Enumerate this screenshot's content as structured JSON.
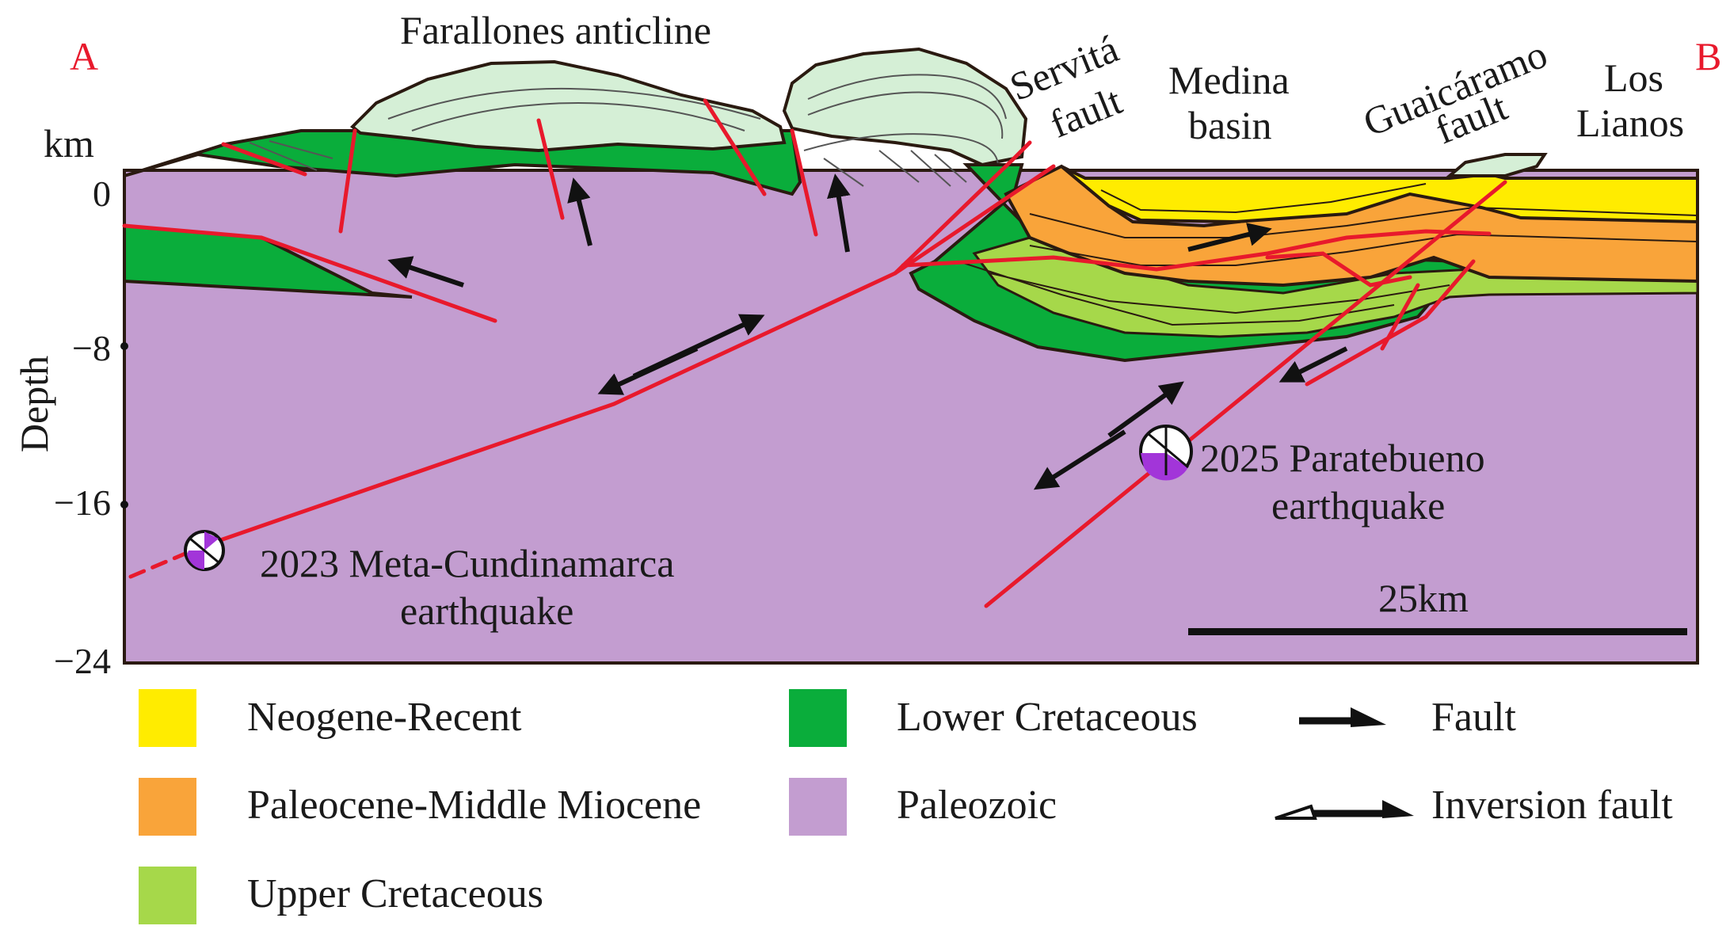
{
  "corners": {
    "left": "A",
    "right": "B",
    "color": "#e8192c"
  },
  "axis": {
    "unit": "km",
    "title": "Depth",
    "ticks": [
      "0",
      "−8",
      "−16",
      "−24"
    ]
  },
  "labels": {
    "anticline": "Farallones anticline",
    "servita": [
      "Servitá",
      "fault"
    ],
    "medina": [
      "Medina",
      "basin"
    ],
    "guaicaramo": [
      "Guaicáramo",
      "fault"
    ],
    "llanos": [
      "Los",
      "Lianos"
    ],
    "eq2025": [
      "2025 Paratebueno",
      "earthquake"
    ],
    "eq2023": [
      "2023 Meta-Cundinamarca",
      "earthquake"
    ],
    "scale": "25km"
  },
  "colors": {
    "neogene": "#ffec00",
    "paleocene": "#f9a43a",
    "upper_cretaceous": "#a6d84a",
    "lower_cretaceous": "#0aad3b",
    "paleozoic": "#c39dd0",
    "eroded_overlay": "#d5efd6",
    "fault": "#e8192c",
    "beachball": "#a235d9"
  },
  "legend": [
    {
      "label": "Neogene-Recent",
      "color": "#ffec00",
      "icon": "swatch"
    },
    {
      "label": "Lower Cretaceous",
      "color": "#0aad3b",
      "icon": "swatch"
    },
    {
      "label": "Fault",
      "icon": "fault-arrow-icon"
    },
    {
      "label": "Paleocene-Middle Miocene",
      "color": "#f9a43a",
      "icon": "swatch"
    },
    {
      "label": "Paleozoic",
      "color": "#c39dd0",
      "icon": "swatch"
    },
    {
      "label": "Inversion fault",
      "icon": "inversion-fault-arrow-icon"
    },
    {
      "label": "Upper Cretaceous",
      "color": "#a6d84a",
      "icon": "swatch"
    }
  ]
}
